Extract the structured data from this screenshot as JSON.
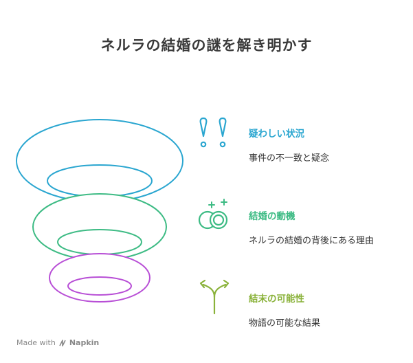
{
  "title": "ネルラの結婚の謎を解き明かす",
  "items": [
    {
      "title": "疑わしい状況",
      "description": "事件の不一致と疑念",
      "color": "#2aa6d0",
      "icon": "double-exclamation-icon"
    },
    {
      "title": "結婚の動機",
      "description": "ネルラの結婚の背後にある理由",
      "color": "#3dbb84",
      "icon": "rings-sparkle-icon"
    },
    {
      "title": "結末の可能性",
      "description": "物語の可能な結果",
      "color": "#8ab23a",
      "icon": "branching-arrows-icon"
    }
  ],
  "ring_colors": [
    "#2aa6d0",
    "#3dbb84",
    "#b84fd6"
  ],
  "footer": {
    "made_with": "Made with",
    "brand": "Napkin"
  }
}
